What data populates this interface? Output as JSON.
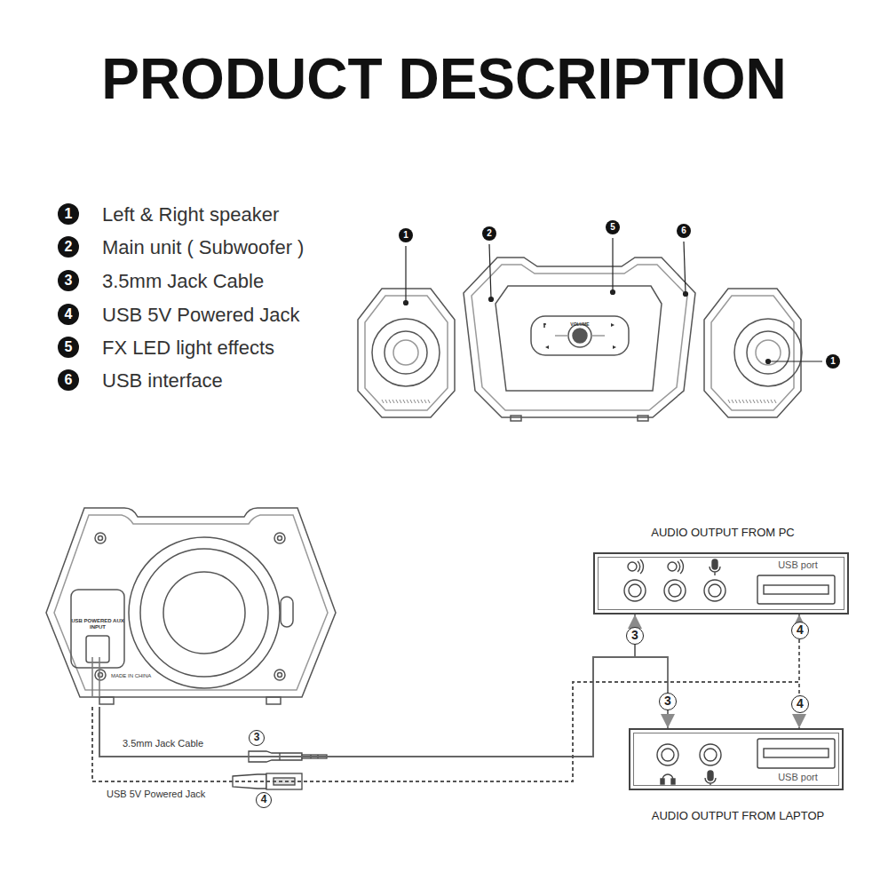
{
  "diagram": {
    "title": "PRODUCT DESCRIPTION",
    "nodes": [
      {
        "text": [
          "USB POWERED AUX INPUT",
          "MADE IN CHINA"
        ]
      },
      {
        "text": [
          "AUDIO OUTPUT FROM PC",
          "USB port"
        ]
      },
      {
        "text": [
          "USB port",
          "AUDIO OUTPUT FROM LAPTOP"
        ]
      }
    ],
    "edges": [
      {
        "from": 0,
        "to": 1,
        "arrow": "to",
        "label": "3"
      },
      {
        "from": 0,
        "to": 2,
        "arrow": "to",
        "label": "3"
      },
      {
        "from": 0,
        "to": 1,
        "arrow": "to",
        "label": "4"
      },
      {
        "from": 0,
        "to": 2,
        "arrow": "to",
        "label": "4"
      }
    ],
    "labels": [
      "1",
      "Left & Right speaker",
      "2",
      "Main unit ( Subwoofer )",
      "3",
      "3.5mm Jack Cable",
      "4",
      "USB 5V Powered Jack",
      "5",
      "FX LED light effects",
      "6",
      "USB interface",
      "1",
      "2",
      "5",
      "6",
      "1",
      "VOLUME",
      "3.5mm Jack Cable",
      "3",
      "USB 5V Powered Jack",
      "4"
    ]
  }
}
